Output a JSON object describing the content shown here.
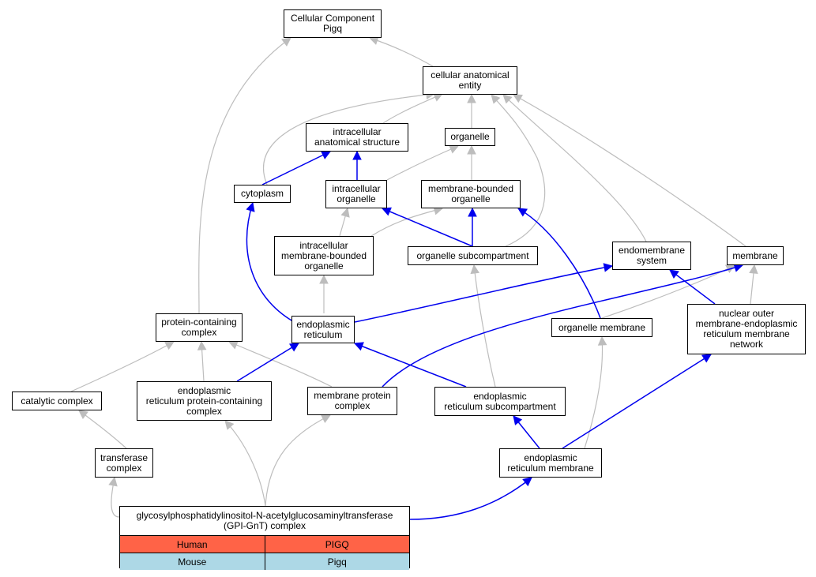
{
  "colors": {
    "part_of_edge": "#bdbdbd",
    "is_a_edge": "#0000ee",
    "human_row": "#ff6347",
    "mouse_row": "#add8e6"
  },
  "nodes": {
    "cc_root": [
      "Cellular Component",
      "Pigq"
    ],
    "cae": [
      "cellular anatomical",
      "entity"
    ],
    "ias": [
      "intracellular",
      "anatomical structure"
    ],
    "organelle": [
      "organelle"
    ],
    "cytoplasm": [
      "cytoplasm"
    ],
    "io": [
      "intracellular",
      "organelle"
    ],
    "mbo": [
      "membrane-bounded",
      "organelle"
    ],
    "imbo": [
      "intracellular",
      "membrane-bounded",
      "organelle"
    ],
    "osub": [
      "organelle subcompartment"
    ],
    "endo_sys": [
      "endomembrane",
      "system"
    ],
    "membrane": [
      "membrane"
    ],
    "pcc": [
      "protein-containing",
      "complex"
    ],
    "er": [
      "endoplasmic",
      "reticulum"
    ],
    "om": [
      "organelle membrane"
    ],
    "nom": [
      "nuclear outer",
      "membrane-endoplasmic",
      "reticulum membrane",
      "network"
    ],
    "cat": [
      "catalytic complex"
    ],
    "erpcc": [
      "endoplasmic",
      "reticulum protein-containing",
      "complex"
    ],
    "mpc": [
      "membrane protein",
      "complex"
    ],
    "ersub": [
      "endoplasmic",
      "reticulum subcompartment"
    ],
    "tc": [
      "transferase",
      "complex"
    ],
    "erm": [
      "endoplasmic",
      "reticulum membrane"
    ]
  },
  "gene_table": {
    "title": [
      "glycosylphosphatidylinositol-N-acetylglucosaminyltransferase",
      "(GPI-GnT) complex"
    ],
    "rows": [
      {
        "species": "Human",
        "gene": "PIGQ"
      },
      {
        "species": "Mouse",
        "gene": "Pigq"
      }
    ]
  }
}
